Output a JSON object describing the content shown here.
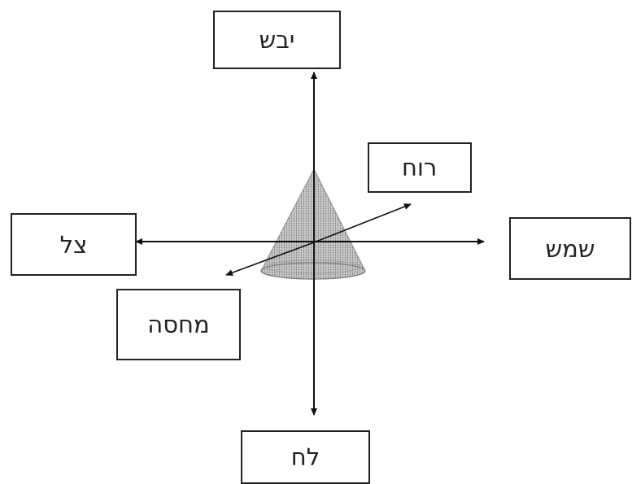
{
  "labels": {
    "top": "יבש",
    "right": "שמש",
    "left": "צל",
    "wind": "רוח",
    "shelter": "מחסה",
    "bottom": "לח"
  }
}
